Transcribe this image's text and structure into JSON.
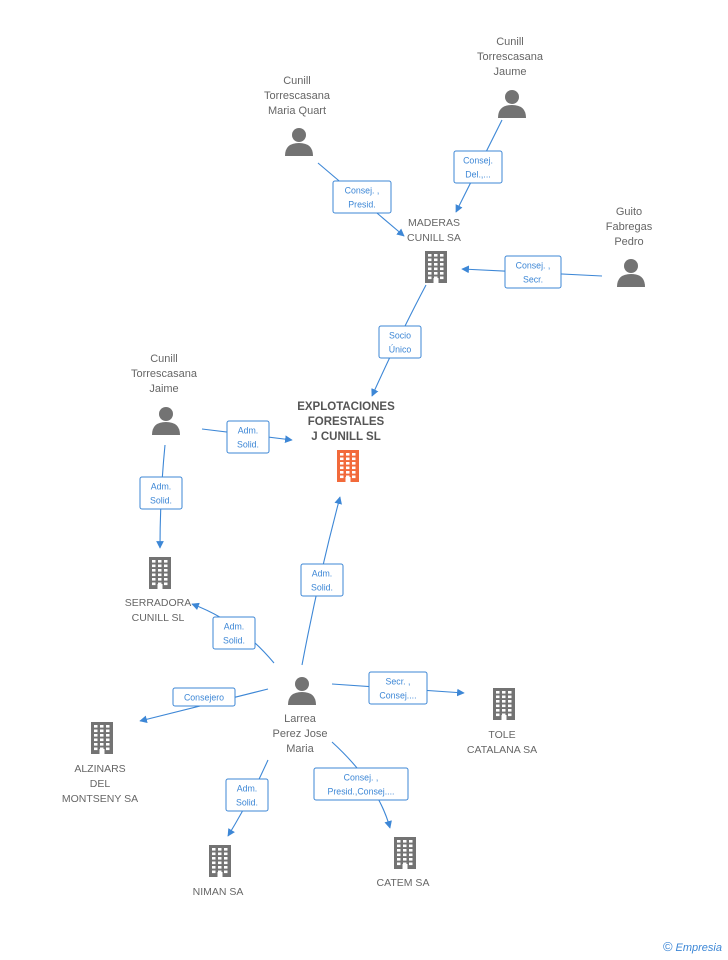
{
  "nodes": {
    "explotaciones": {
      "lines": [
        "EXPLOTACIONES",
        "FORESTALES",
        "J CUNILL SL"
      ],
      "type": "company-main"
    },
    "maderas": {
      "lines": [
        "MADERAS",
        "CUNILL SA"
      ],
      "type": "company"
    },
    "serradora": {
      "lines": [
        "SERRADORA",
        "CUNILL SL"
      ],
      "type": "company"
    },
    "tole": {
      "lines": [
        "TOLE",
        "CATALANA SA"
      ],
      "type": "company"
    },
    "alzinars": {
      "lines": [
        "ALZINARS",
        "DEL",
        "MONTSENY SA"
      ],
      "type": "company"
    },
    "niman": {
      "lines": [
        "NIMAN SA"
      ],
      "type": "company"
    },
    "catem": {
      "lines": [
        "CATEM SA"
      ],
      "type": "company"
    },
    "maria_quart": {
      "lines": [
        "Cunill",
        "Torrescasana",
        "Maria Quart"
      ],
      "type": "person"
    },
    "jaume": {
      "lines": [
        "Cunill",
        "Torrescasana",
        "Jaume"
      ],
      "type": "person"
    },
    "guito": {
      "lines": [
        "Guito",
        "Fabregas",
        "Pedro"
      ],
      "type": "person"
    },
    "jaime": {
      "lines": [
        "Cunill",
        "Torrescasana",
        "Jaime"
      ],
      "type": "person"
    },
    "larrea": {
      "lines": [
        "Larrea",
        "Perez Jose",
        "Maria"
      ],
      "type": "person"
    }
  },
  "edges": [
    {
      "id": "maria-quart-maderas",
      "lines": [
        "Consej. ,",
        "Presid."
      ]
    },
    {
      "id": "jaume-maderas",
      "lines": [
        "Consej.",
        "Del.,..."
      ]
    },
    {
      "id": "guito-maderas",
      "lines": [
        "Consej. ,",
        "Secr."
      ]
    },
    {
      "id": "maderas-explotaciones",
      "lines": [
        "Socio",
        "Único"
      ]
    },
    {
      "id": "jaime-explotaciones",
      "lines": [
        "Adm.",
        "Solid."
      ]
    },
    {
      "id": "jaime-serradora",
      "lines": [
        "Adm.",
        "Solid."
      ]
    },
    {
      "id": "larrea-explotaciones",
      "lines": [
        "Adm.",
        "Solid."
      ]
    },
    {
      "id": "larrea-serradora",
      "lines": [
        "Adm.",
        "Solid."
      ]
    },
    {
      "id": "larrea-alzinars",
      "lines": [
        "Consejero"
      ]
    },
    {
      "id": "larrea-tole",
      "lines": [
        "Secr. ,",
        "Consej...."
      ]
    },
    {
      "id": "larrea-niman",
      "lines": [
        "Adm.",
        "Solid."
      ]
    },
    {
      "id": "larrea-catem",
      "lines": [
        "Consej. ,",
        "Presid.,Consej...."
      ]
    }
  ],
  "brand": {
    "copyright": "©",
    "name": "Empresia"
  },
  "colors": {
    "edge": "#3d87d6",
    "node": "#737373",
    "main": "#f26a3b"
  }
}
